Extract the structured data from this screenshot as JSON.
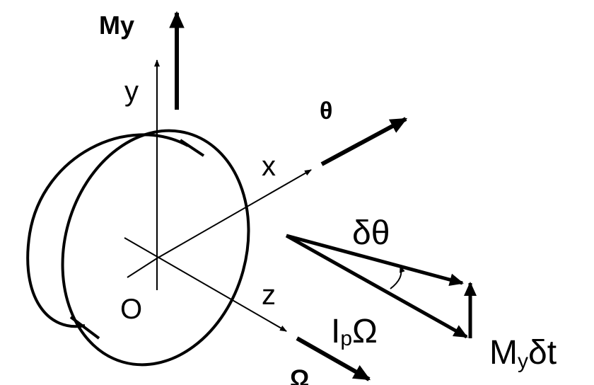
{
  "labels": {
    "my_vector": "My",
    "y_axis": "y",
    "x_axis": "x",
    "z_axis": "z",
    "origin": "O",
    "theta_vector": "θ",
    "omega_vector": "Ω",
    "delta_theta": "δθ",
    "ip_omega_I": "I",
    "ip_omega_p": "p",
    "ip_omega_Omega": "Ω",
    "my_dt_M": "M",
    "my_dt_y": "y",
    "my_dt_dt": "δt"
  },
  "colors": {
    "stroke": "#000000",
    "background": "#ffffff"
  }
}
